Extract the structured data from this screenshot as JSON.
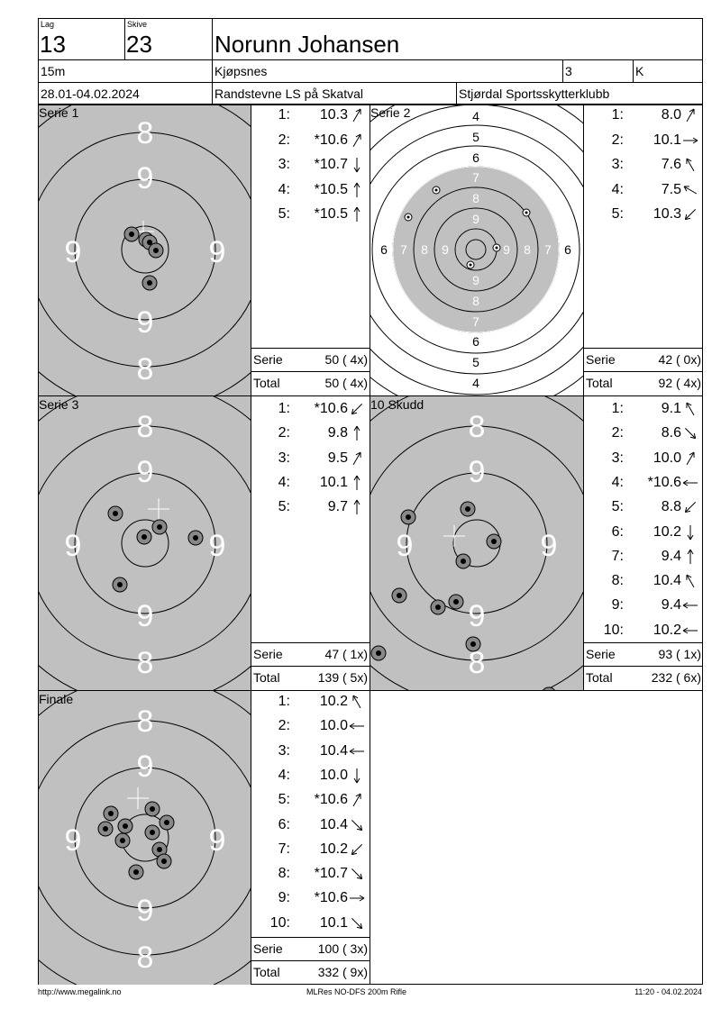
{
  "header": {
    "lag_label": "Lag",
    "lag": "13",
    "skive_label": "Skive",
    "skive": "23",
    "name": "Norunn Johansen",
    "distance": "15m",
    "club_city": "Kjøpsnes",
    "class_num": "3",
    "class_code": "K",
    "dates": "28.01-04.02.2024",
    "event": "Randstevne LS på Skatval",
    "organizer": "Stjørdal Sportsskytterklubb"
  },
  "panels": [
    {
      "title": "Serie 1",
      "shots": [
        {
          "n": "1:",
          "v": "10.3",
          "arrow": "up-right"
        },
        {
          "n": "2:",
          "v": "*10.6",
          "arrow": "up-right"
        },
        {
          "n": "3:",
          "v": "*10.7",
          "arrow": "down"
        },
        {
          "n": "4:",
          "v": "*10.5",
          "arrow": "up"
        },
        {
          "n": "5:",
          "v": "*10.5",
          "arrow": "up"
        }
      ],
      "serie_label": "Serie",
      "serie": "50 ( 4x)",
      "total_label": "Total",
      "total": "50 ( 4x)"
    },
    {
      "title": "Serie 2",
      "shots": [
        {
          "n": "1:",
          "v": "8.0",
          "arrow": "up-right"
        },
        {
          "n": "2:",
          "v": "10.1",
          "arrow": "right"
        },
        {
          "n": "3:",
          "v": "7.6",
          "arrow": "up-left"
        },
        {
          "n": "4:",
          "v": "7.5",
          "arrow": "left-up"
        },
        {
          "n": "5:",
          "v": "10.3",
          "arrow": "down-left"
        }
      ],
      "serie_label": "Serie",
      "serie": "42 ( 0x)",
      "total_label": "Total",
      "total": "92 ( 4x)"
    },
    {
      "title": "Serie 3",
      "shots": [
        {
          "n": "1:",
          "v": "*10.6",
          "arrow": "down-left"
        },
        {
          "n": "2:",
          "v": "9.8",
          "arrow": "up"
        },
        {
          "n": "3:",
          "v": "9.5",
          "arrow": "up-right"
        },
        {
          "n": "4:",
          "v": "10.1",
          "arrow": "up"
        },
        {
          "n": "5:",
          "v": "9.7",
          "arrow": "up"
        }
      ],
      "serie_label": "Serie",
      "serie": "47 ( 1x)",
      "total_label": "Total",
      "total": "139 ( 5x)"
    },
    {
      "title": "10 Skudd",
      "shots": [
        {
          "n": "1:",
          "v": "9.1",
          "arrow": "up-left"
        },
        {
          "n": "2:",
          "v": "8.6",
          "arrow": "down-right"
        },
        {
          "n": "3:",
          "v": "10.0",
          "arrow": "up-right"
        },
        {
          "n": "4:",
          "v": "*10.6",
          "arrow": "left"
        },
        {
          "n": "5:",
          "v": "8.8",
          "arrow": "down-left"
        },
        {
          "n": "6:",
          "v": "10.2",
          "arrow": "down"
        },
        {
          "n": "7:",
          "v": "9.4",
          "arrow": "up"
        },
        {
          "n": "8:",
          "v": "10.4",
          "arrow": "up-left"
        },
        {
          "n": "9:",
          "v": "9.4",
          "arrow": "left"
        },
        {
          "n": "10:",
          "v": "10.2",
          "arrow": "left"
        }
      ],
      "serie_label": "Serie",
      "serie": "93 ( 1x)",
      "total_label": "Total",
      "total": "232 ( 6x)"
    },
    {
      "title": "Finale",
      "shots": [
        {
          "n": "1:",
          "v": "10.2",
          "arrow": "up-left"
        },
        {
          "n": "2:",
          "v": "10.0",
          "arrow": "left"
        },
        {
          "n": "3:",
          "v": "10.4",
          "arrow": "left"
        },
        {
          "n": "4:",
          "v": "10.0",
          "arrow": "down"
        },
        {
          "n": "5:",
          "v": "*10.6",
          "arrow": "up-right"
        },
        {
          "n": "6:",
          "v": "10.4",
          "arrow": "down-right"
        },
        {
          "n": "7:",
          "v": "10.2",
          "arrow": "down-left"
        },
        {
          "n": "8:",
          "v": "*10.7",
          "arrow": "down-right"
        },
        {
          "n": "9:",
          "v": "*10.6",
          "arrow": "right"
        },
        {
          "n": "10:",
          "v": "10.1",
          "arrow": "down-right"
        }
      ],
      "serie_label": "Serie",
      "serie": "100 ( 3x)",
      "total_label": "Total",
      "total": "332 ( 9x)"
    }
  ],
  "target_labels": {
    "zoom": [
      "8",
      "9",
      "9",
      "9",
      "9",
      "8"
    ],
    "full_top": [
      "4",
      "5",
      "6",
      "7",
      "8",
      "9"
    ],
    "full_bottom": [
      "9",
      "8",
      "7",
      "6",
      "5",
      "4"
    ],
    "full_left": [
      "6",
      "7",
      "8",
      "9"
    ],
    "full_right": [
      "9",
      "8",
      "7",
      "6"
    ]
  },
  "footer": {
    "left": "http://www.megalink.no",
    "center": "MLRes NO-DFS 200m Rifle",
    "right": "11:20 - 04.02.2024"
  }
}
